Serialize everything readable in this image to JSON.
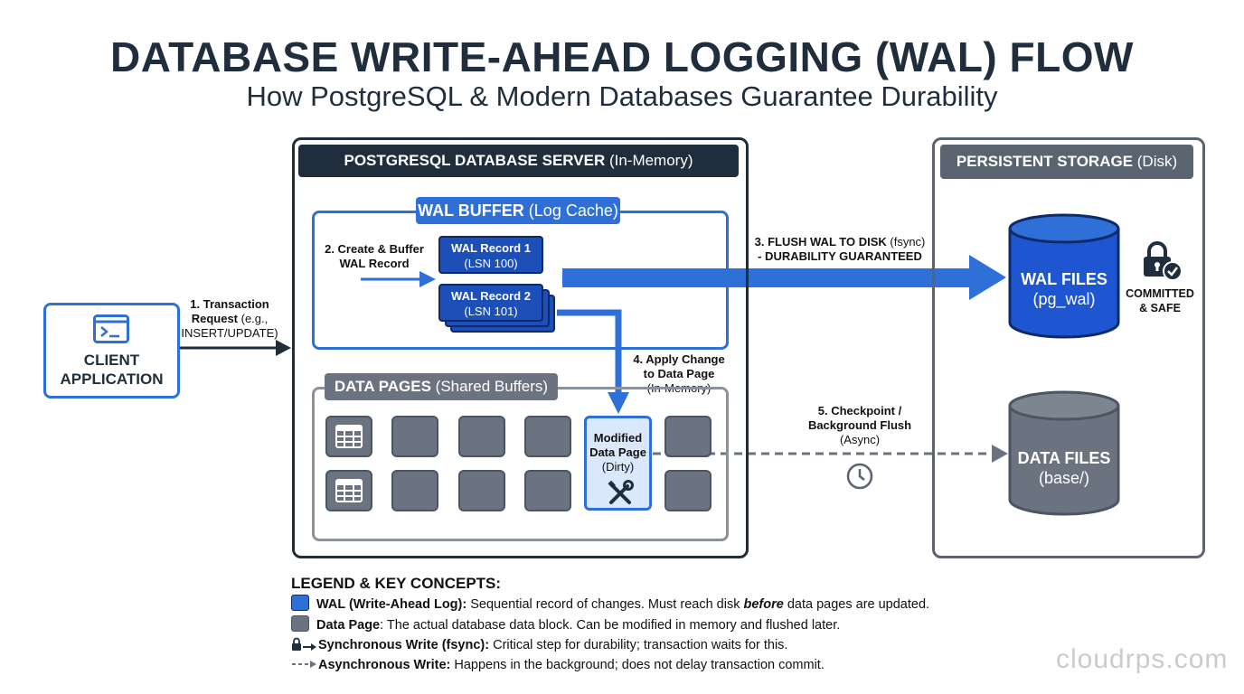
{
  "title": "DATABASE WRITE-AHEAD LOGGING (WAL) FLOW",
  "subtitle": "How PostgreSQL & Modern Databases Guarantee Durability",
  "client": {
    "line1": "CLIENT",
    "line2": "APPLICATION",
    "icon": "terminal-icon"
  },
  "step1": {
    "bold1": "1. Transaction",
    "bold2": "Request",
    "rest2": " (e.g.,",
    "line3": "INSERT/UPDATE)"
  },
  "server": {
    "header_bold": "POSTGRESQL DATABASE SERVER",
    "header_rest": " (In-Memory)"
  },
  "wal_buffer": {
    "header_bold": "WAL BUFFER",
    "header_rest": " (Log Cache)"
  },
  "step2": {
    "line1": "2. Create & Buffer",
    "line2": "WAL Record"
  },
  "records": [
    {
      "name": "WAL Record 1",
      "lsn": "(LSN 100)"
    },
    {
      "name": "WAL Record 2",
      "lsn": "(LSN 101)"
    }
  ],
  "data_pages": {
    "header_bold": "DATA PAGES",
    "header_rest": " (Shared Buffers)"
  },
  "modified_page": {
    "line1": "Modified",
    "line2": "Data Page",
    "line3": "(Dirty)",
    "icon": "tools-icon"
  },
  "step3": {
    "line1_bold": "3. FLUSH WAL TO DISK",
    "line1_rest": " (fsync)",
    "line2": "- DURABILITY GUARANTEED"
  },
  "step4": {
    "line1": "4. Apply Change",
    "line2": "to Data Page",
    "line3": "(In-Memory)"
  },
  "step5": {
    "line1": "5. Checkpoint /",
    "line2": "Background Flush",
    "line3": "(Async)"
  },
  "storage": {
    "header_bold": "PERSISTENT STORAGE",
    "header_rest": " (Disk)"
  },
  "wal_files": {
    "line1": "WAL FILES",
    "line2": "(pg_wal)"
  },
  "committed": {
    "line1": "COMMITTED",
    "line2": "& SAFE"
  },
  "data_files": {
    "line1": "DATA FILES",
    "line2": "(base/)"
  },
  "legend": {
    "title": "LEGEND & KEY CONCEPTS:",
    "items": [
      {
        "term": "WAL (Write-Ahead Log):",
        "desc_a": " Sequential record of changes. Must reach disk ",
        "desc_em": "before",
        "desc_b": " data pages are updated."
      },
      {
        "term": "Data Page",
        "desc_a": ": The actual database data block. Can be modified in memory and flushed later."
      },
      {
        "term": "Synchronous Write (fsync):",
        "desc_a": " Critical step for durability; transaction waits for this."
      },
      {
        "term": "Asynchronous Write:",
        "desc_a": " Happens in the background; does not delay transaction commit."
      }
    ]
  },
  "watermark": "cloudrps.com",
  "colors": {
    "wal_blue": "#2f6fd8",
    "wal_dark": "#1d4fb8",
    "navy": "#1f2d3d",
    "page_gray": "#6b7280",
    "storage_gray": "#5a6470"
  }
}
